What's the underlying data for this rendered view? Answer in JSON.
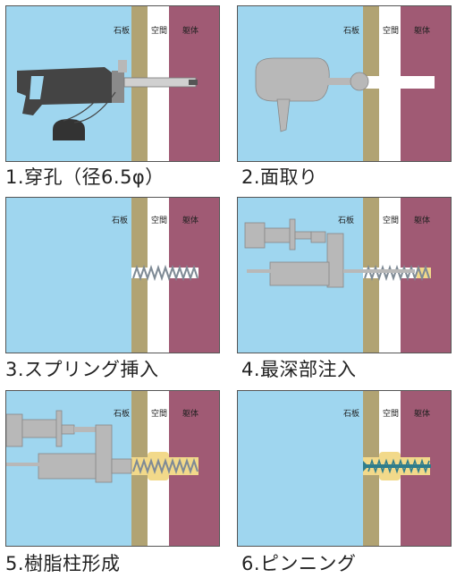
{
  "layer_labels": {
    "stone": "石板",
    "gap": "空間",
    "body": "躯体"
  },
  "steps": [
    {
      "caption": "1.穿孔（径6.5φ）"
    },
    {
      "caption": "2.面取り"
    },
    {
      "caption": "3.スプリング挿入"
    },
    {
      "caption": "4.最深部注入"
    },
    {
      "caption": "5.樹脂柱形成"
    },
    {
      "caption": "6.ピンニング"
    }
  ],
  "colors": {
    "background": "#9fd6ef",
    "stone": "#b1a373",
    "gap": "#ffffff",
    "body": "#a05a74",
    "tool": "#b8b8b8",
    "drill_dark": "#444444",
    "resin": "#f2d98a",
    "spring": "#9aa6b0",
    "pin": "#2f7d8c"
  }
}
